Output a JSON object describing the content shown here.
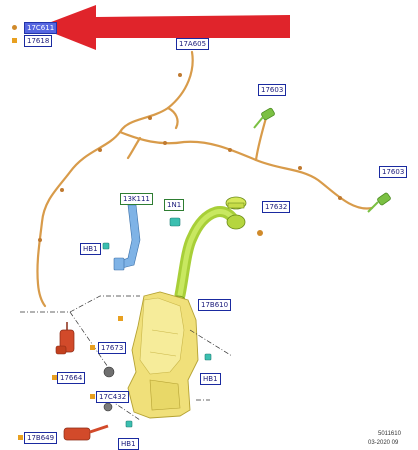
{
  "labels": {
    "top_highlight": "17C611",
    "top_second": "17618",
    "hose_main": "17A605",
    "nozzle_right_upper": "17603",
    "nozzle_right_lower": "17603",
    "bracket": "13K111",
    "connector_1n1": "1N1",
    "cap": "17632",
    "hb1_left": "HB1",
    "filler_pipe": "17B610",
    "sensor": "17673",
    "pump_left": "17664",
    "hb1_right": "HB1",
    "grommet": "17C432",
    "pump_bottom": "17B649",
    "hb1_bottom": "HB1"
  },
  "footer": {
    "code": "5011610",
    "date": "03-2020 09"
  },
  "colors": {
    "arrow": "#e0242b",
    "hose": "#d89b4a",
    "reservoir": "#f0e07a",
    "pump": "#d24a2a",
    "nozzle": "#7bc043",
    "bracket": "#6aa6e0",
    "label_border": "#1a2aa0",
    "label_highlight": "#5566e0"
  }
}
